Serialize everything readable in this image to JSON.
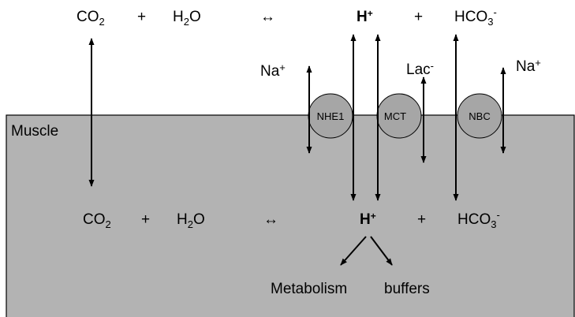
{
  "colors": {
    "cell_fill": "#b3b3b3",
    "transporter_fill": "#a6a6a6",
    "stroke": "#000000",
    "background": "#ffffff"
  },
  "outside": {
    "co2": "CO",
    "co2_sub": "2",
    "plus1": "+",
    "h2o_h": "H",
    "h2o_sub": "2",
    "h2o_o": "O",
    "equilibrium": "↔",
    "h_plus": "H",
    "h_plus_sup": "+",
    "plus2": "+",
    "hco3": "HCO",
    "hco3_sub": "3",
    "hco3_sup": "-"
  },
  "ions": {
    "na_left": "Na",
    "na_left_sup": "+",
    "lac": "Lac",
    "lac_sup": "-",
    "na_right": "Na",
    "na_right_sup": "+"
  },
  "cell": {
    "label": "Muscle"
  },
  "transporters": {
    "nhe1": "NHE1",
    "mct": "MCT",
    "nbc": "NBC"
  },
  "inside": {
    "co2": "CO",
    "co2_sub": "2",
    "plus1": "+",
    "h2o_h": "H",
    "h2o_sub": "2",
    "h2o_o": "O",
    "equilibrium": "↔",
    "h_plus": "H",
    "h_plus_sup": "+",
    "plus2": "+",
    "hco3": "HCO",
    "hco3_sub": "3",
    "hco3_sup": "-"
  },
  "fates": {
    "metabolism": "Metabolism",
    "buffers": "buffers"
  }
}
